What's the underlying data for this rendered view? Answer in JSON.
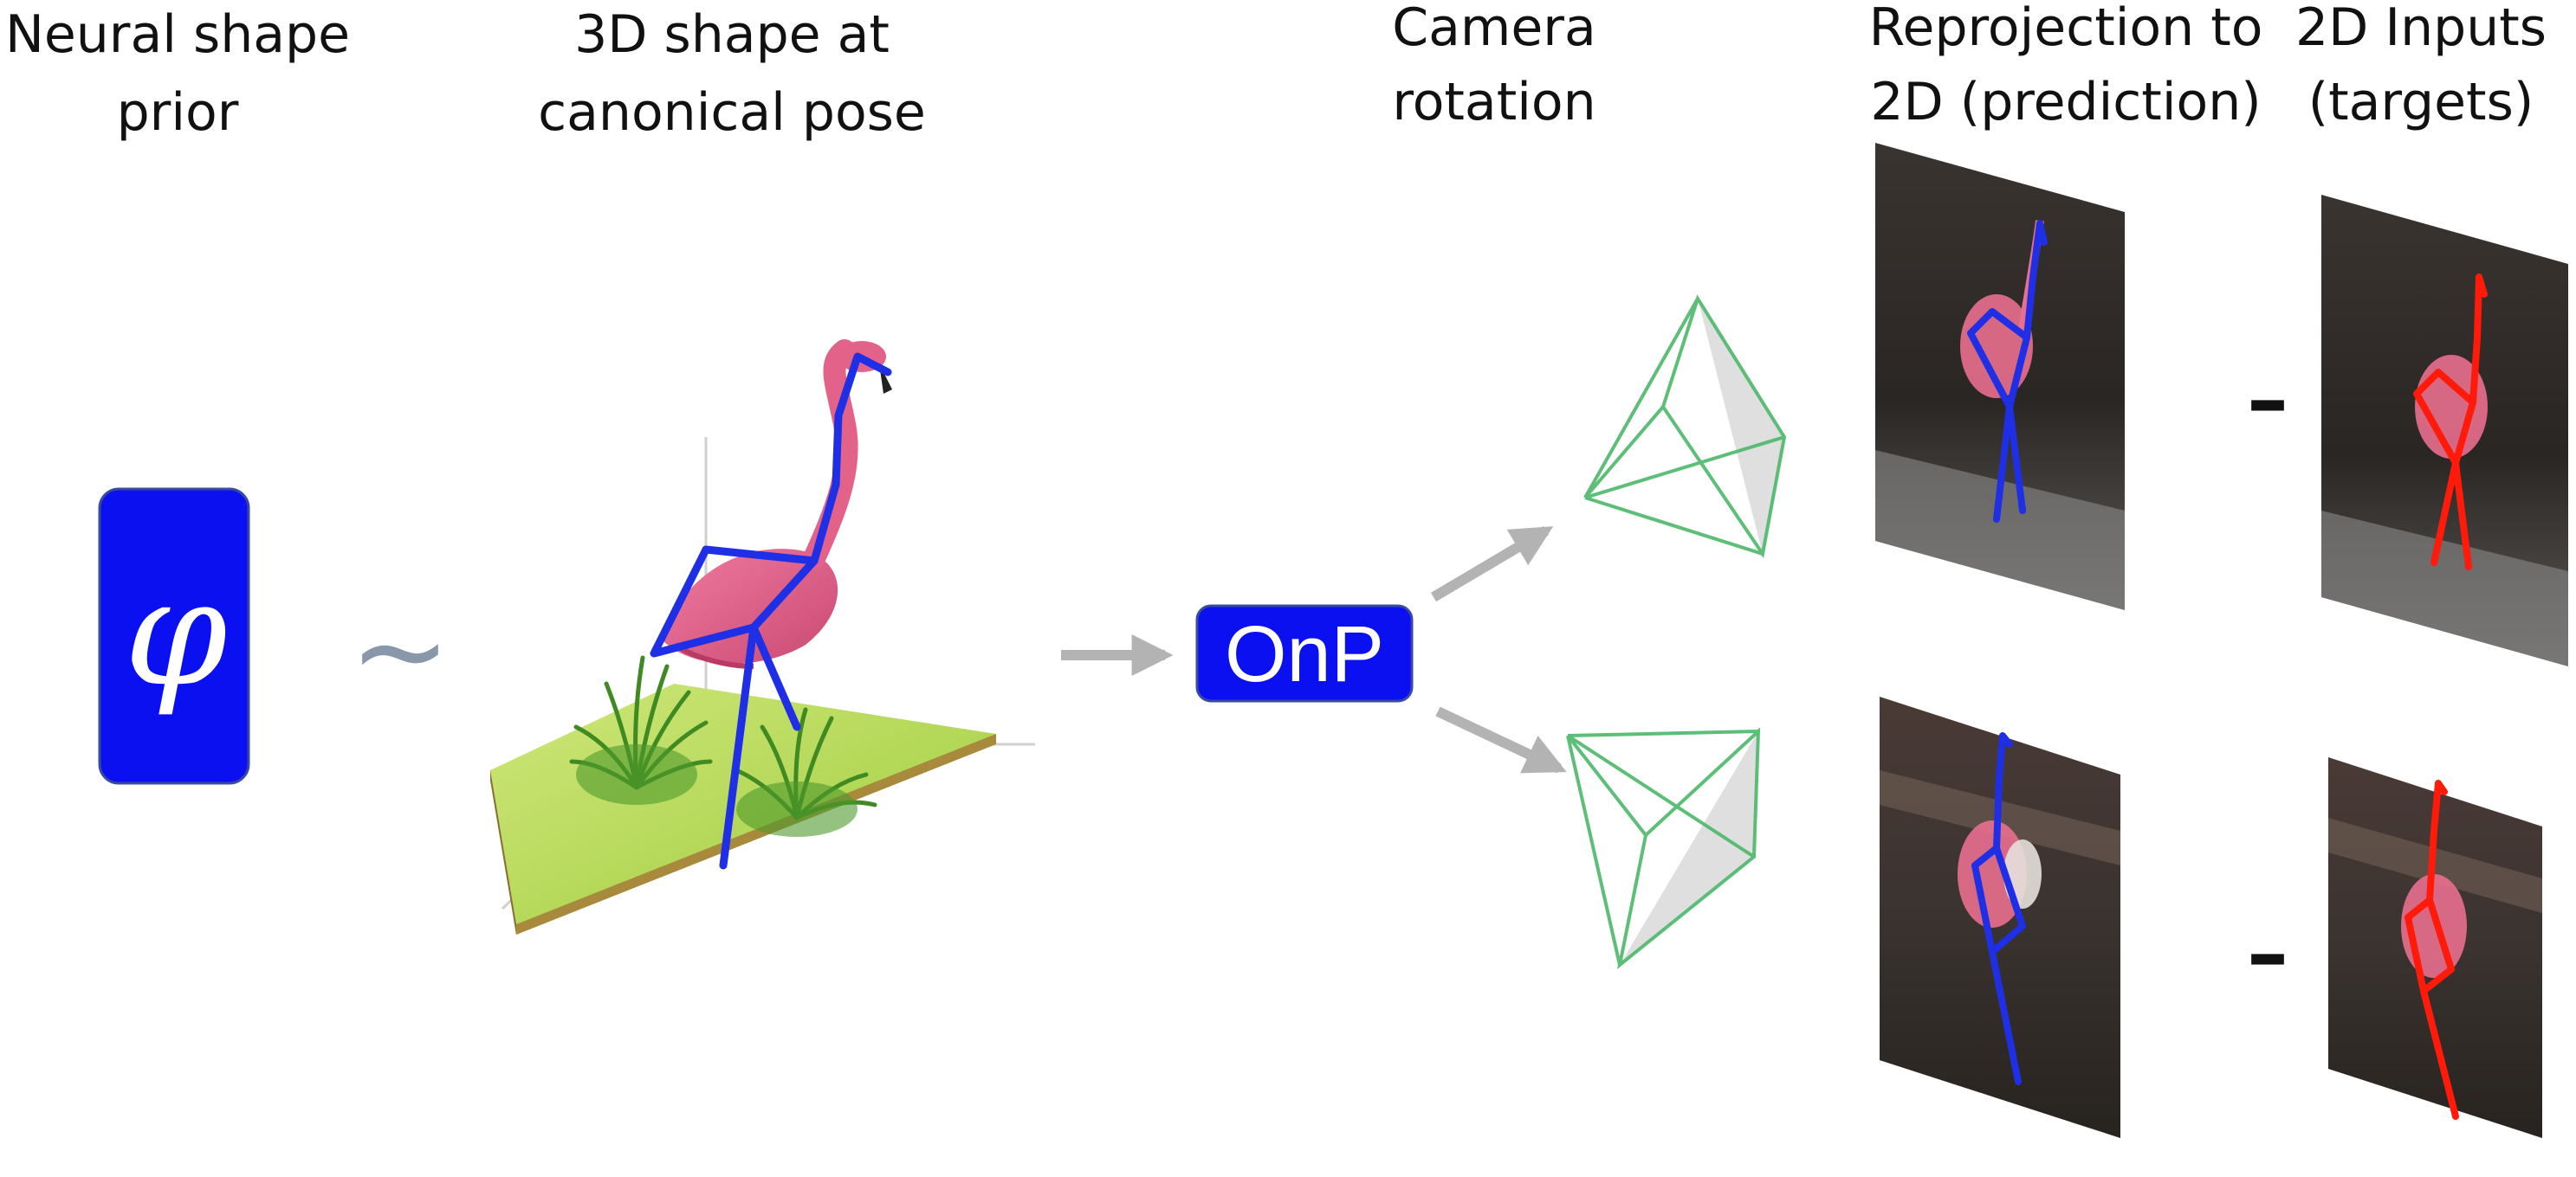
{
  "headers": {
    "prior": [
      "Neural shape",
      "prior"
    ],
    "shape3d": [
      "3D shape at",
      "canonical pose"
    ],
    "camera": [
      "Camera",
      "rotation"
    ],
    "reprojection": [
      "Reprojection to",
      "2D (prediction)"
    ],
    "inputs": [
      "2D Inputs",
      "(targets)"
    ]
  },
  "prior_symbol": "φ",
  "tilde_symbol": "~",
  "onp_label": "OnP",
  "minus_symbol": "–",
  "colors": {
    "prior_box": "#0a10f0",
    "onp_box": "#0a10f0",
    "prediction_skeleton": "#1e2fe6",
    "target_skeleton": "#ff1a0a",
    "camera_green": "#4cb86a",
    "arrow_gray": "#b3b3b3",
    "grass_green": "#b9dc5a",
    "flamingo_pink": "#e2628a"
  },
  "icons": {
    "prior": "phi-symbol-box",
    "shape": "flamingo-3d-model",
    "camera": "camera-frustum-icon",
    "photo": "flamingo-photo"
  }
}
